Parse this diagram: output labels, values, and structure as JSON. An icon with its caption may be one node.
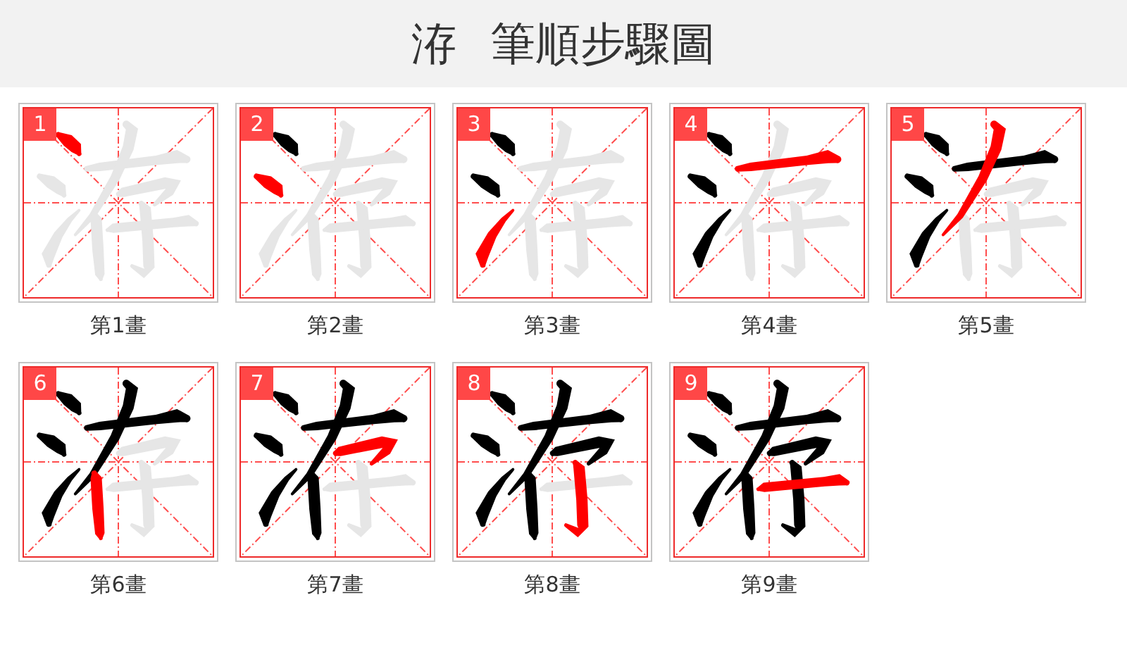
{
  "diagram": {
    "title": "洊 筆順步驟圖",
    "nodes": [
      {
        "text": [
          "1"
        ],
        "beside": [
          "第1畫"
        ]
      },
      {
        "text": [
          "2"
        ],
        "beside": [
          "第2畫"
        ]
      },
      {
        "text": [
          "3"
        ],
        "beside": [
          "第3畫"
        ]
      },
      {
        "text": [
          "4"
        ],
        "beside": [
          "第4畫"
        ]
      },
      {
        "text": [
          "5"
        ],
        "beside": [
          "第5畫"
        ]
      },
      {
        "text": [
          "6"
        ],
        "beside": [
          "第6畫"
        ]
      },
      {
        "text": [
          "7"
        ],
        "beside": [
          "第7畫"
        ]
      },
      {
        "text": [
          "8"
        ],
        "beside": [
          "第8畫"
        ]
      },
      {
        "text": [
          "9"
        ],
        "beside": [
          "第9畫"
        ]
      }
    ]
  }
}
